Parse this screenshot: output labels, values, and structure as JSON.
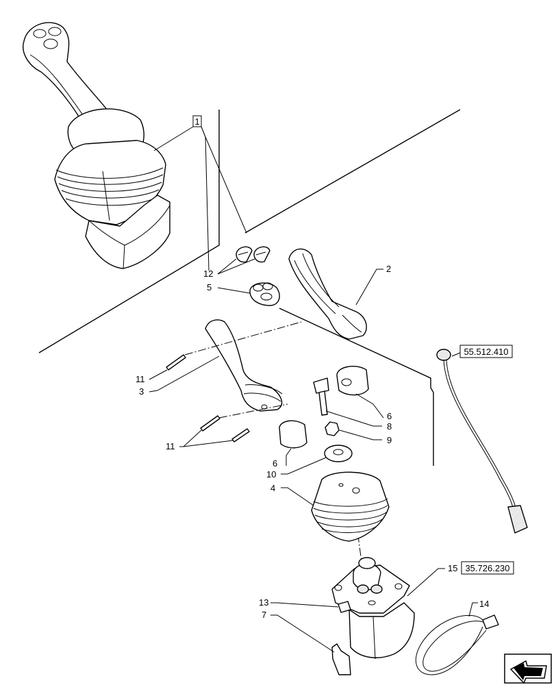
{
  "callouts": {
    "c1": "1",
    "c2": "2",
    "c3": "3",
    "c4": "4",
    "c5": "5",
    "c6a": "6",
    "c6b": "6",
    "c7": "7",
    "c8": "8",
    "c9": "9",
    "c10": "10",
    "c11a": "11",
    "c11b": "11",
    "c12": "12",
    "c13": "13",
    "c14": "14",
    "c15": "15"
  },
  "references": {
    "ref_harness": "55.512.410",
    "ref_valve": "35.726.230"
  },
  "nav_icon": "arrow-icon"
}
